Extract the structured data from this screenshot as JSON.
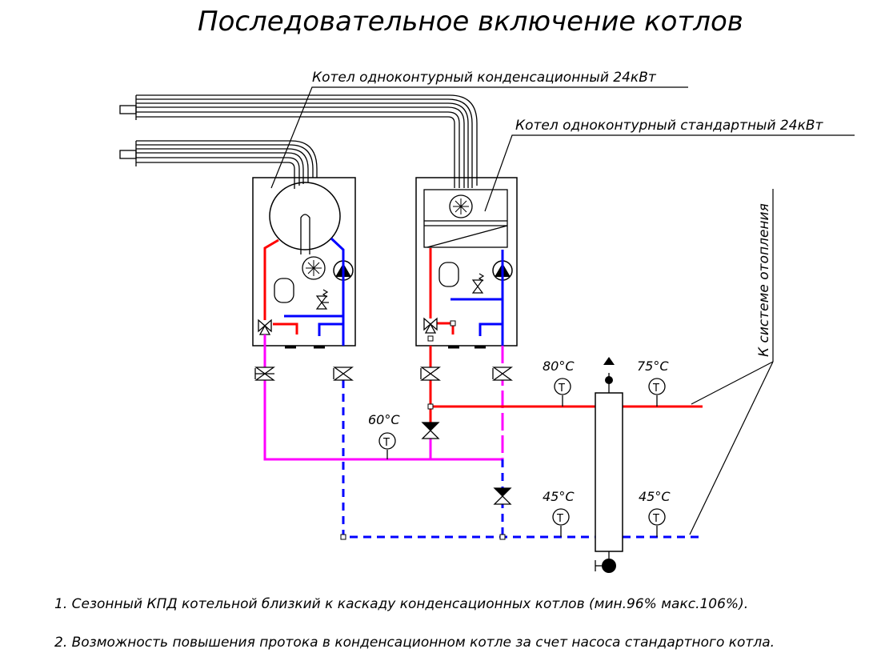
{
  "title": "Последовательное включение котлов",
  "labels": {
    "condensing_boiler": "Котел одноконтурный конденсационный 24кВт",
    "standard_boiler": "Котел одноконтурный стандартный 24кВт",
    "to_heating_system": "К системе отопления"
  },
  "temperatures": {
    "t60": "60°C",
    "t80": "80°C",
    "t75": "75°C",
    "t45_left": "45°C",
    "t45_right": "45°C"
  },
  "notes": [
    "1. Сезонный КПД котельной близкий к каскаду конденсационных котлов (мин.96% макс.106%).",
    "2. Возможность повышения протока в конденсационном котле за счет насоса стандартного котла."
  ],
  "colors": {
    "supply": "#ff0000",
    "return": "#0000ff",
    "mixed": "#ff00ff",
    "line": "#000000"
  }
}
